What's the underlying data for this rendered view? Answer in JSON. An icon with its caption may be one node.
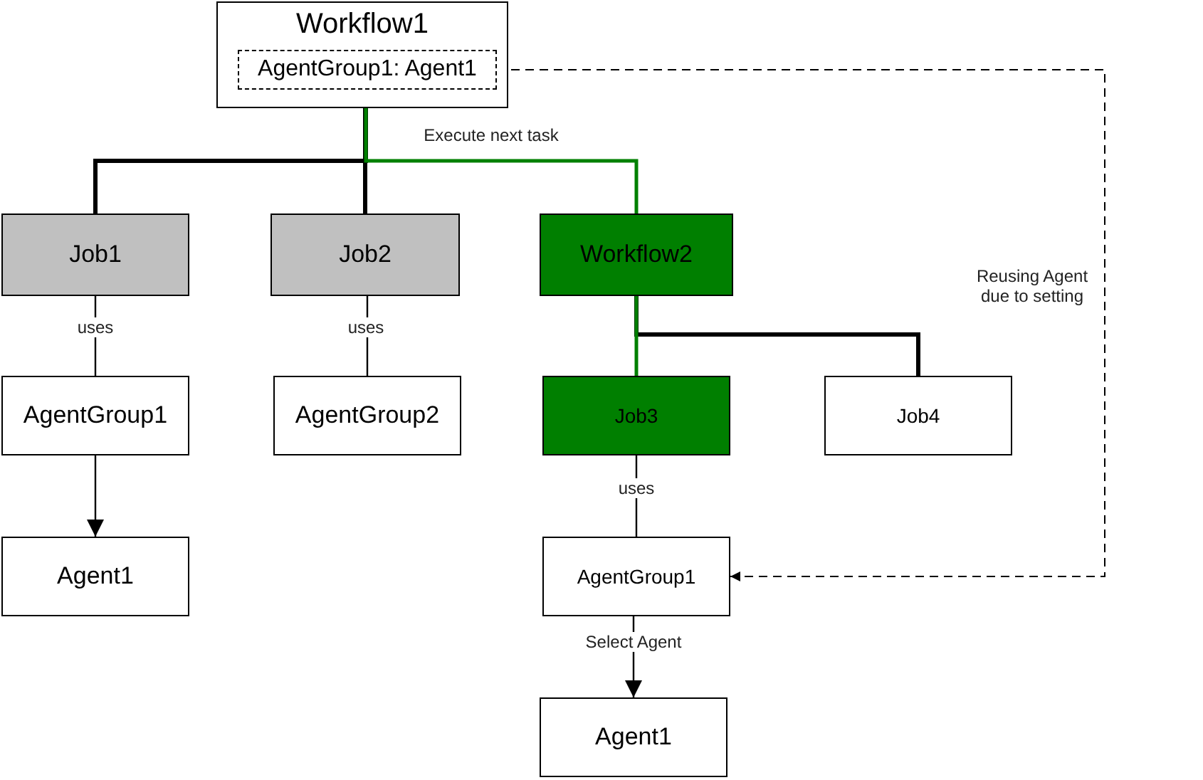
{
  "diagram": {
    "nodes": [
      {
        "text": [
          "Workflow1"
        ]
      },
      {
        "text": [
          "AgentGroup1: Agent1"
        ],
        "in": 0
      },
      {
        "text": [
          "Job1"
        ]
      },
      {
        "text": [
          "Job2"
        ]
      },
      {
        "text": [
          "Workflow2"
        ]
      },
      {
        "text": [
          "AgentGroup1"
        ]
      },
      {
        "text": [
          "AgentGroup2"
        ]
      },
      {
        "text": [
          "Job3"
        ]
      },
      {
        "text": [
          "Job4"
        ]
      },
      {
        "text": [
          "Agent1"
        ]
      },
      {
        "text": [
          "AgentGroup1"
        ]
      },
      {
        "text": [
          "Agent1"
        ]
      }
    ],
    "edges": [
      {
        "from": 0,
        "to": 2,
        "arrow": "none",
        "style": "thick"
      },
      {
        "from": 0,
        "to": 3,
        "arrow": "none",
        "style": "thick"
      },
      {
        "from": 0,
        "to": 4,
        "arrow": "none",
        "label": "Execute next task",
        "color": "#008000"
      },
      {
        "from": 2,
        "to": 5,
        "arrow": "none",
        "label": "uses"
      },
      {
        "from": 3,
        "to": 6,
        "arrow": "none",
        "label": "uses"
      },
      {
        "from": 4,
        "to": 7,
        "arrow": "none",
        "color": "#008000"
      },
      {
        "from": 4,
        "to": 8,
        "arrow": "none",
        "style": "thick"
      },
      {
        "from": 7,
        "to": 10,
        "arrow": "none",
        "label": "uses"
      },
      {
        "from": 5,
        "to": 9,
        "arrow": "to"
      },
      {
        "from": 10,
        "to": 11,
        "arrow": "to",
        "label": "Select Agent"
      },
      {
        "from": 1,
        "to": 10,
        "arrow": "to",
        "style": "dashed",
        "label": "Reusing Agent due to setting"
      }
    ]
  }
}
